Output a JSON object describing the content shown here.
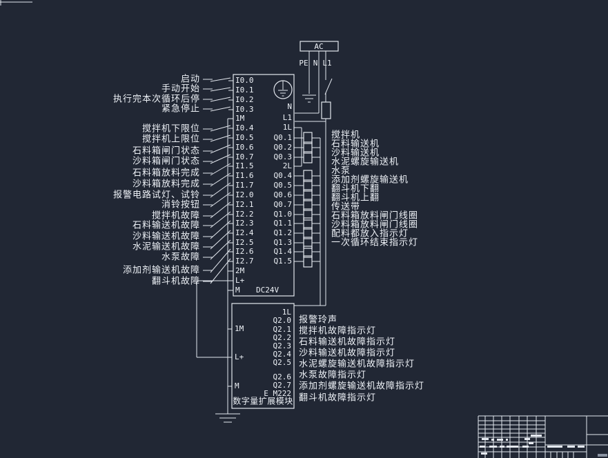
{
  "colors": {
    "background": "#212734",
    "line": "#e4e8ef",
    "text": "#eef2f7",
    "dim_text": "#8a93a2"
  },
  "power": {
    "source_label": "AC",
    "wires": [
      "PE",
      "N",
      "L1"
    ]
  },
  "plc": {
    "left_pins": [
      "I0.0",
      "I0.1",
      "I0.2",
      "I0.3",
      "1M",
      "I0.4",
      "I0.5",
      "I0.6",
      "I0.7",
      "I1.5",
      "I1.6",
      "I1.7",
      "I2.0",
      "I2.1",
      "I2.2",
      "I2.3",
      "I2.4",
      "I2.5",
      "I2.6",
      "I2.7",
      "2M",
      "L+",
      "M"
    ],
    "right_pins": [
      "N",
      "L1",
      "1L",
      "Q0.1",
      "Q0.2",
      "Q0.3",
      "2L",
      "Q0.4",
      "Q0.5",
      "Q0.6",
      "Q0.7",
      "Q1.0",
      "Q1.1",
      "Q1.2",
      "Q1.3",
      "Q1.4",
      "Q1.5"
    ],
    "dc_label": "DC24V"
  },
  "input_labels": [
    "启动",
    "手动开始",
    "执行完本次循环后停",
    "紧急停止",
    "搅拌机下限位",
    "搅拌机上限位",
    "石料箱闸门状态",
    "沙料箱闸门状态",
    "石料箱放料完成",
    "沙料箱放料完成",
    "报警电路试灯、试铃",
    "消铃按钮",
    "搅拌机故障",
    "石料输送机故障",
    "沙料输送机故障",
    "水泥输送机故障",
    "水泵故障",
    "添加剂输送机故障",
    "翻斗机故障"
  ],
  "output_labels": [
    "搅拌机",
    "石料输送机",
    "沙料输送机",
    "水泥螺旋输送机",
    "水泵",
    "添加剂螺旋输送机",
    "翻斗机下翻",
    "翻斗机上翻",
    "传送带",
    "石料箱放料闸门线圈",
    "沙料箱放料闸门线圈",
    "配料都放入指示灯",
    "一次循环结束指示灯"
  ],
  "expansion": {
    "left_pins": [
      "1M",
      "L+",
      "M"
    ],
    "right_pins": [
      "1L",
      "Q2.0",
      "Q2.1",
      "Q2.2",
      "Q2.3",
      "Q2.4",
      "Q2.5",
      "Q2.6",
      "Q2.7",
      "E M222"
    ],
    "module_label": "数字量扩展模块",
    "output_labels": [
      "报警玲声",
      "搅拌机故障指示灯",
      "石料输送机故障指示灯",
      "沙料输送机故障指示灯",
      "水泥螺旋输送机故障指示灯",
      "水泵故障指示灯",
      "添加剂螺旋输送机故障指示灯",
      "翻斗机故障指示灯"
    ]
  }
}
